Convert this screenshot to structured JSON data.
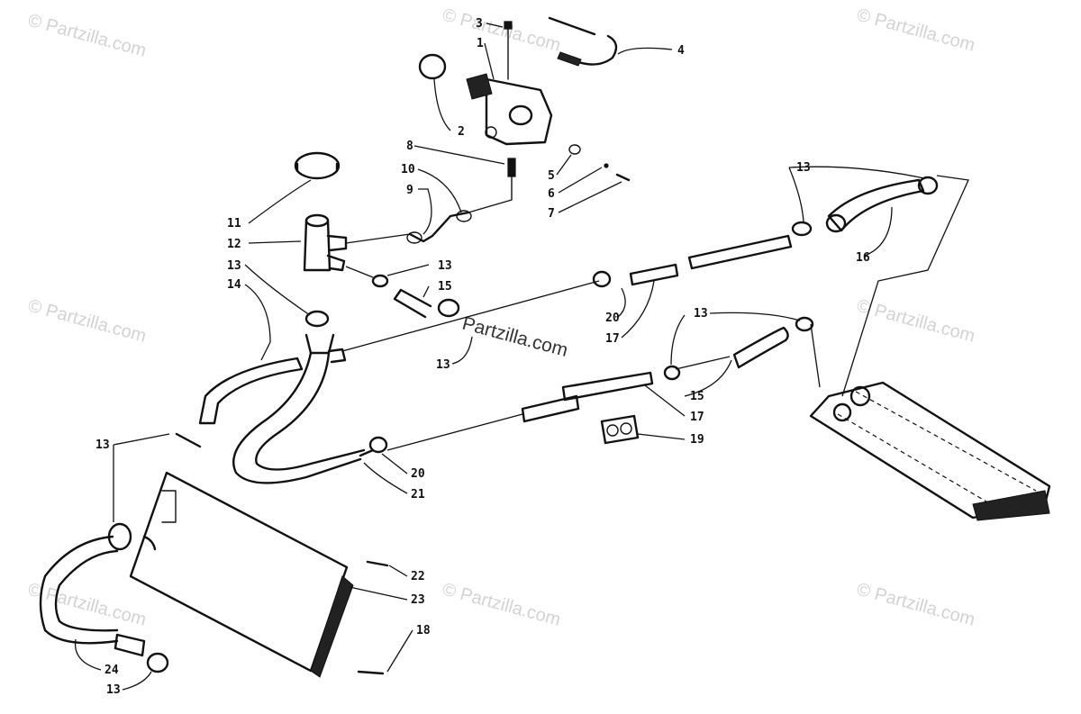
{
  "watermark": {
    "text": "© Partzilla.com",
    "center_text": "Partzilla.com"
  },
  "callouts": [
    "1",
    "2",
    "3",
    "4",
    "5",
    "6",
    "7",
    "8",
    "9",
    "10",
    "11",
    "12",
    "13",
    "13",
    "13",
    "13",
    "13",
    "13",
    "13",
    "13",
    "14",
    "15",
    "15",
    "16",
    "17",
    "17",
    "18",
    "19",
    "20",
    "20",
    "21",
    "22",
    "23",
    "24"
  ]
}
